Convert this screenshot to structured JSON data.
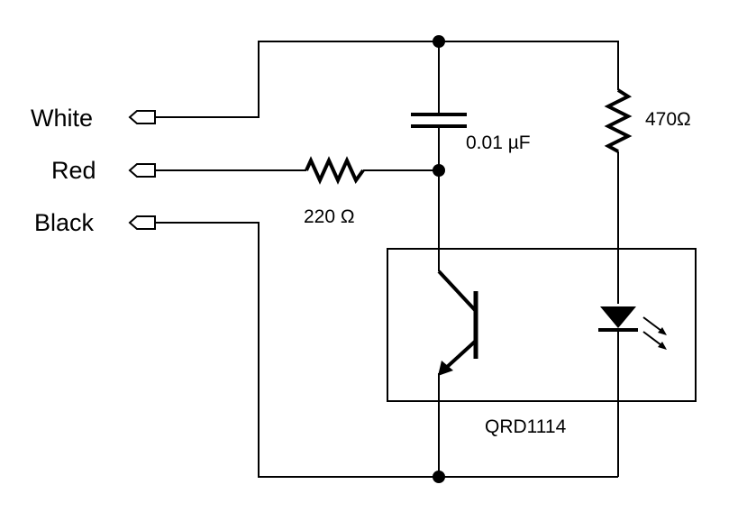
{
  "connectors": {
    "white": "White",
    "red": "Red",
    "black": "Black"
  },
  "components": {
    "capacitor": "0.01 µF",
    "resistor_input": "220 Ω",
    "resistor_led": "470Ω",
    "sensor_part": "QRD1114"
  },
  "colors": {
    "background": "#ffffff",
    "ink": "#000000"
  }
}
